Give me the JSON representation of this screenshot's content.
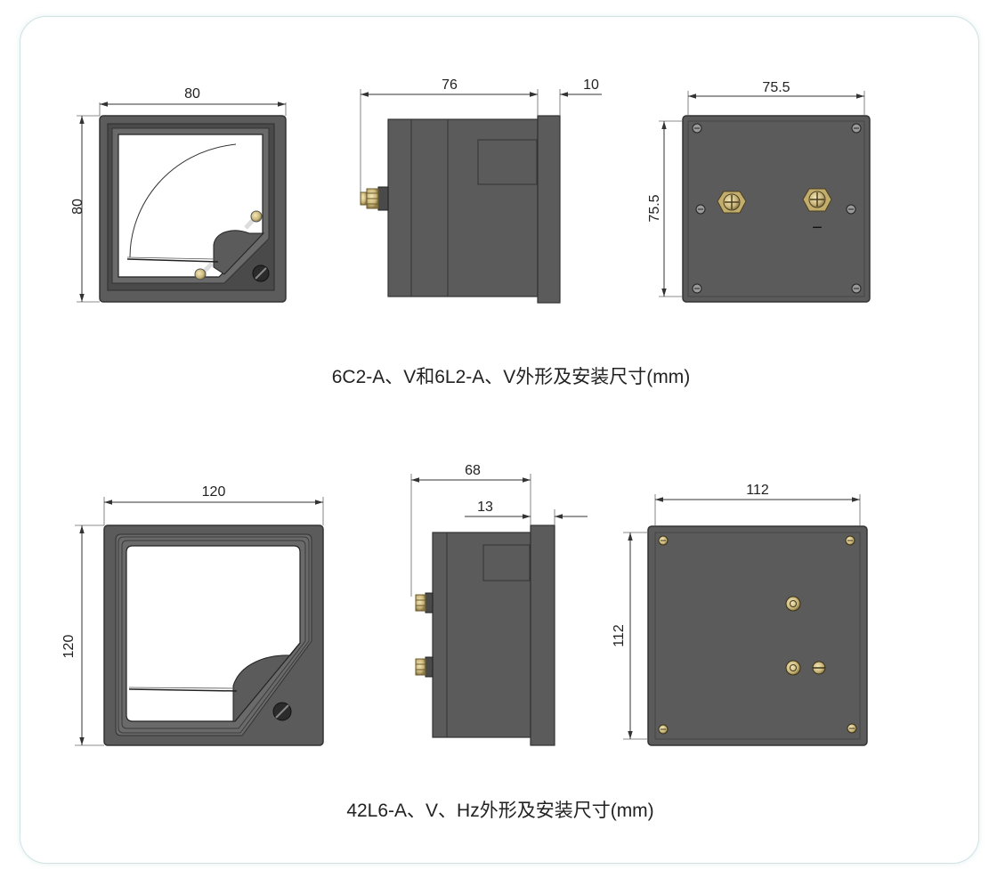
{
  "figure_top": {
    "caption": "6C2-A、V和6L2-A、V外形及安装尺寸(mm)",
    "front": {
      "width": "80",
      "height": "80"
    },
    "side": {
      "depth": "76",
      "flange": "10"
    },
    "back": {
      "width": "75.5",
      "height": "75.5",
      "terminal_minus": "−"
    }
  },
  "figure_bottom": {
    "caption": "42L6-A、V、Hz外形及安装尺寸(mm)",
    "front": {
      "width": "120",
      "height": "120"
    },
    "side": {
      "depth": "68",
      "flange": "13"
    },
    "back": {
      "width": "112",
      "height": "112"
    }
  },
  "colors": {
    "body": "#5b5b5b",
    "body_dark": "#3e3e3e",
    "frame": "#707070",
    "brass": "#c9b57a",
    "dial": "#ffffff"
  }
}
